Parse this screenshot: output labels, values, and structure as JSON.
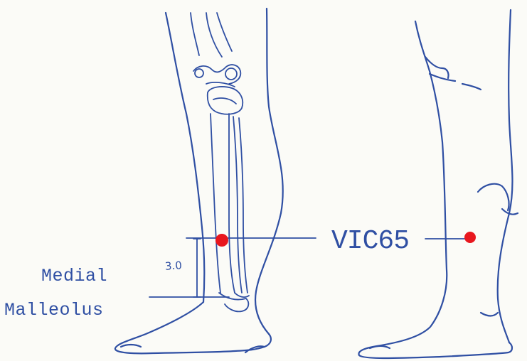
{
  "labels": {
    "medial": "Medial",
    "malleolus": "Malleolus",
    "point": "VIC65",
    "measure": "3.0"
  },
  "colors": {
    "ink": "#2f4fa3",
    "point": "#e8171e"
  }
}
